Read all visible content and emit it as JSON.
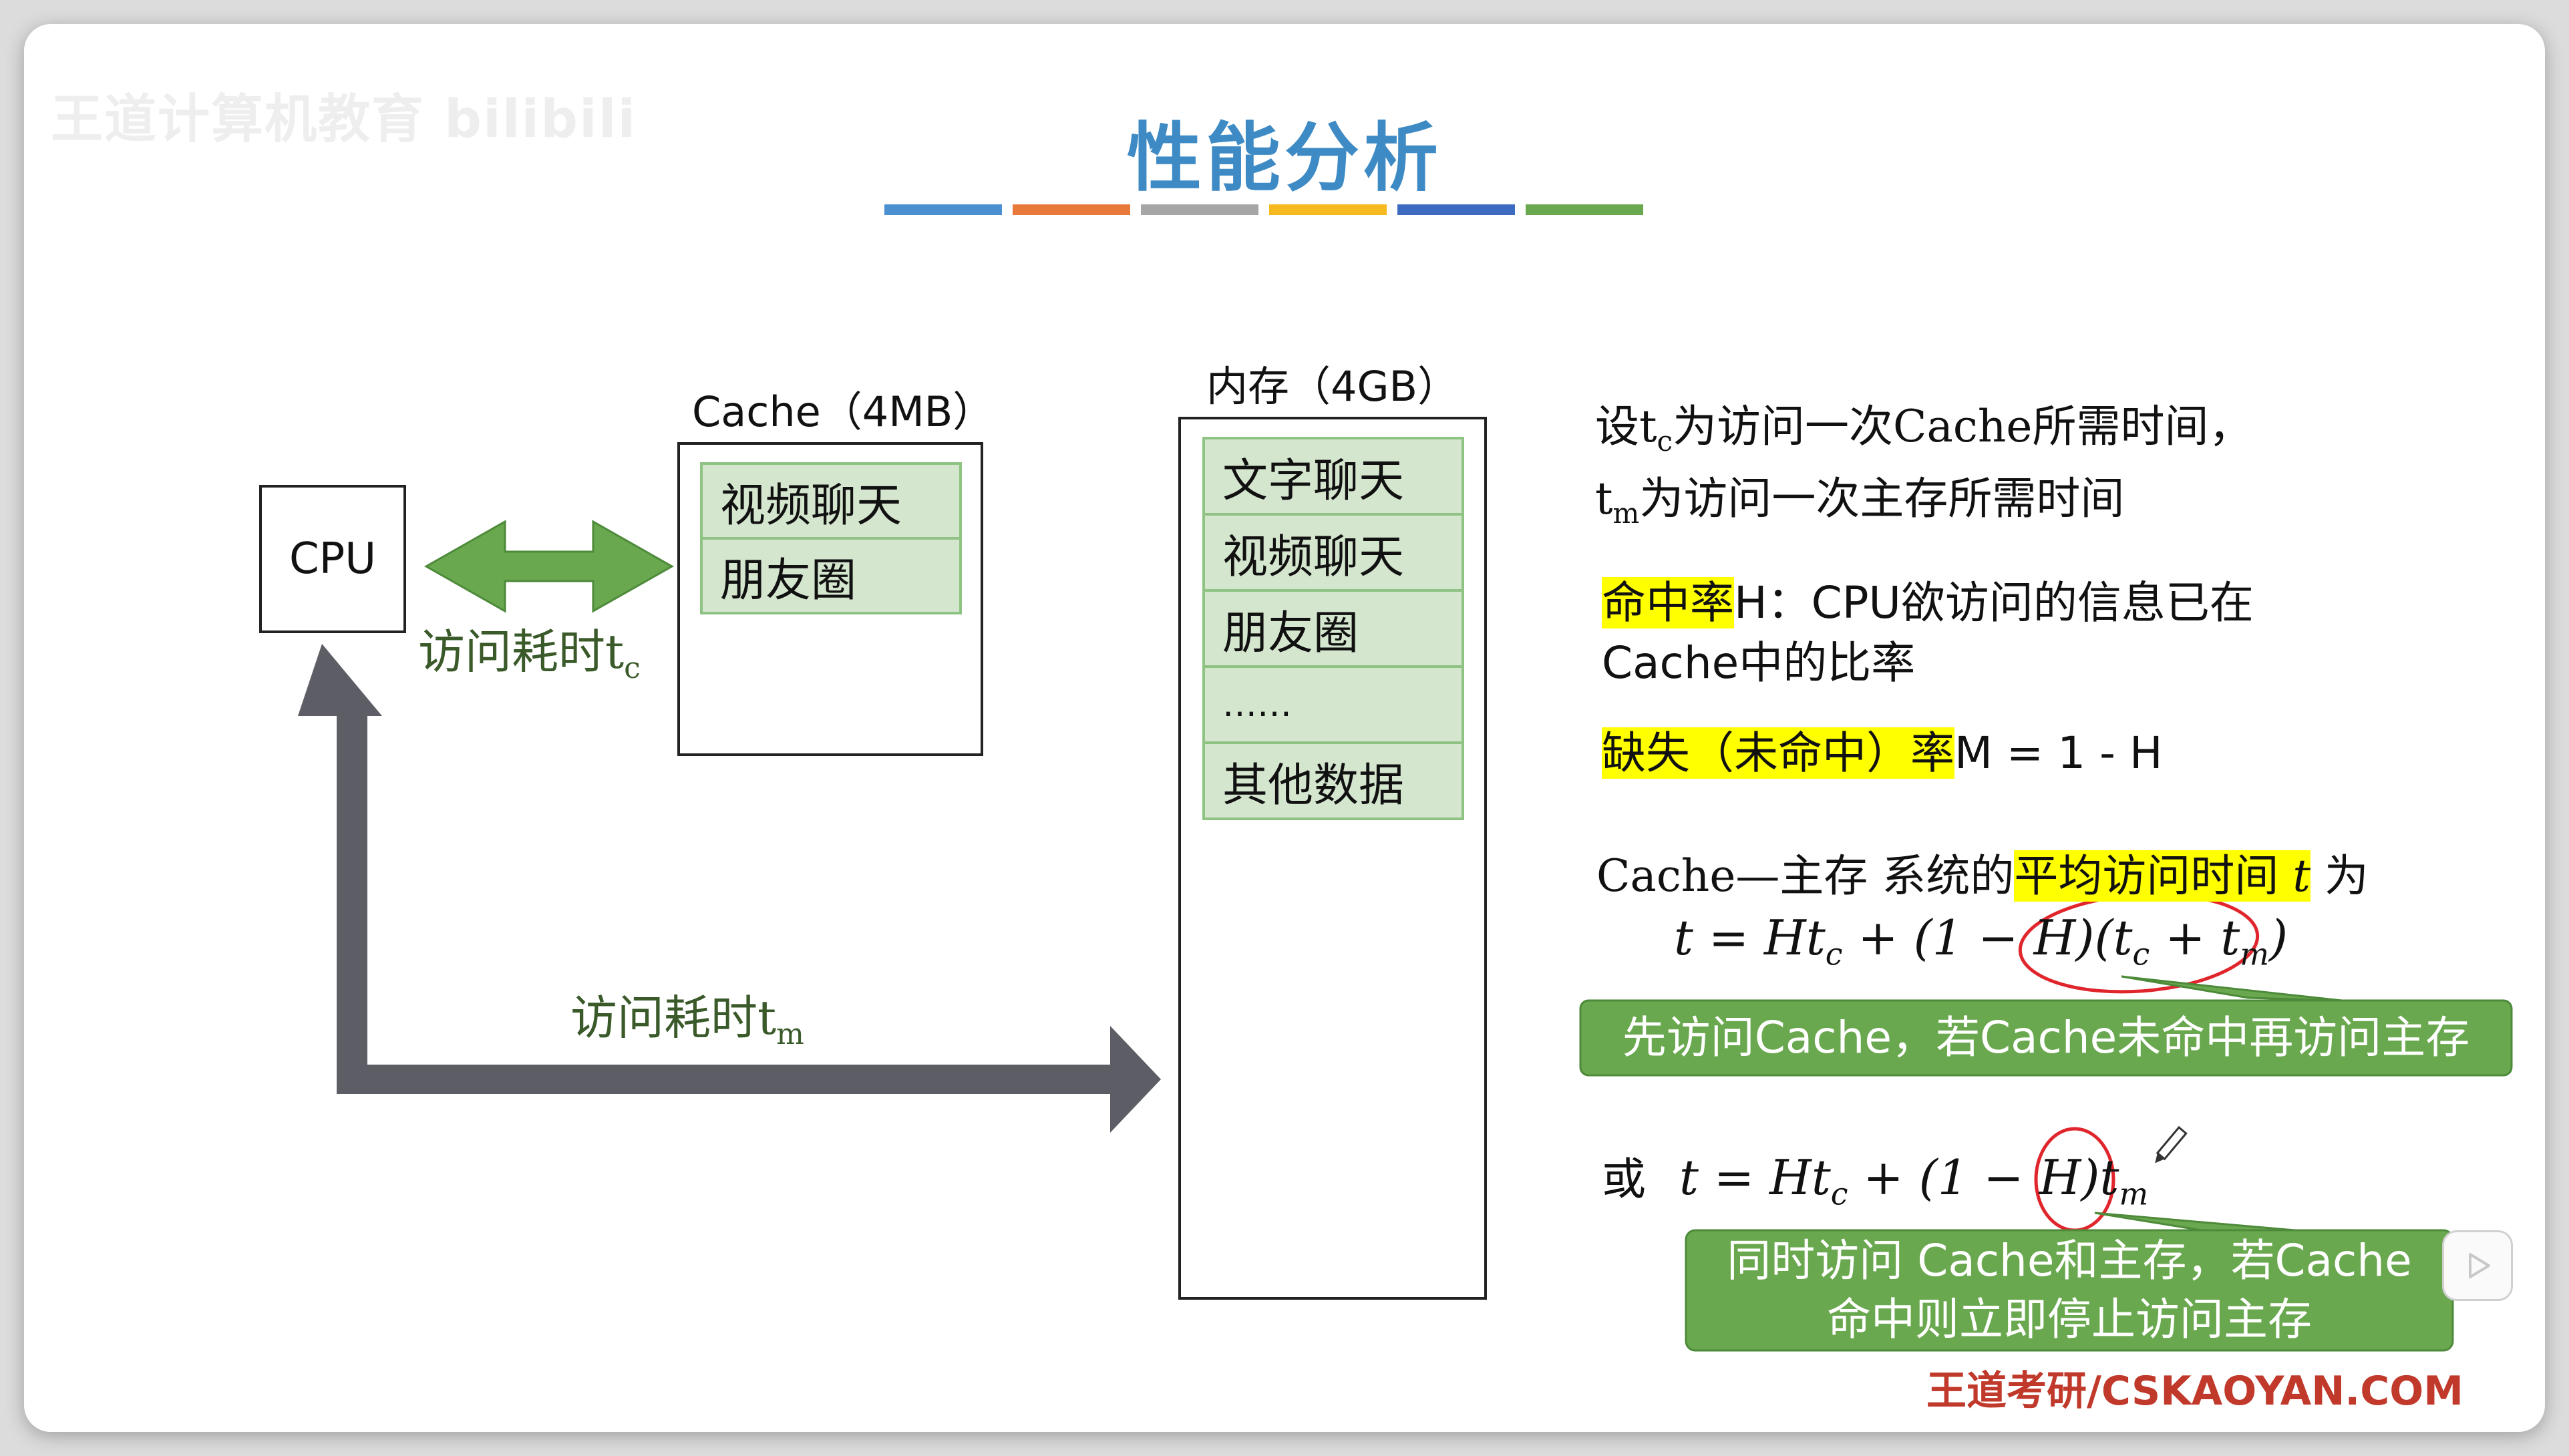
{
  "watermark": "王道计算机教育 bilibili",
  "title": "性能分析",
  "title_bar_colors": [
    "#4a8fd0",
    "#e8793a",
    "#a6a6a6",
    "#f6b920",
    "#3d6bc0",
    "#6aa84f"
  ],
  "cpu": {
    "label": "CPU"
  },
  "cache": {
    "label": "Cache（4MB）",
    "items": [
      "视频聊天",
      "朋友圈"
    ]
  },
  "memory": {
    "label": "内存（4GB）",
    "items": [
      "文字聊天",
      "视频聊天",
      "朋友圈",
      "……",
      "其他数据"
    ]
  },
  "arrows": {
    "cache_access": "访问耗时t",
    "cache_access_sub": "c",
    "memory_access": "访问耗时t",
    "memory_access_sub": "m"
  },
  "desc": {
    "line1_a": "设t",
    "line1_sub": "c",
    "line1_b": "为访问一次Cache所需时间，",
    "line2_a": "t",
    "line2_sub": "m",
    "line2_b": "为访问一次主存所需时间"
  },
  "hit_rate": {
    "term": "命中率",
    "rest": "H：CPU欲访问的信息已在",
    "line2": "Cache中的比率"
  },
  "miss_rate": {
    "term": "缺失（未命中）率",
    "rest": "M = 1 - H"
  },
  "avg_time": {
    "prefix": "Cache—主存 系统的",
    "term": "平均访问时间 ",
    "var": "t",
    "suffix": " 为"
  },
  "formula1": {
    "lhs": "t = Ht",
    "sub1": "c",
    "mid": " + (1 − H)(t",
    "sub2": "c",
    "mid2": " + t",
    "sub3": "m",
    "end": ")"
  },
  "callout1": "先访问Cache，若Cache未命中再访问主存",
  "formula2": {
    "prefix": "或",
    "lhs": "t = Ht",
    "sub1": "c",
    "mid": " + (1 − H)t",
    "sub2": "m"
  },
  "callout2": {
    "line1": "同时访问 Cache和主存，若Cache",
    "line2": "命中则立即停止访问主存"
  },
  "footer": "王道考研/CSKAOYAN.COM",
  "colors": {
    "title": "#3d8ac4",
    "green_arrow": "#6aa84f",
    "gray_arrow": "#5d5d66",
    "cell_fill": "#d5e6cf",
    "cell_border": "#8fc383",
    "callout": "#6aa84f",
    "highlight": "#ffff00",
    "annotation_red": "#e0262c",
    "footer": "#c0392b"
  }
}
